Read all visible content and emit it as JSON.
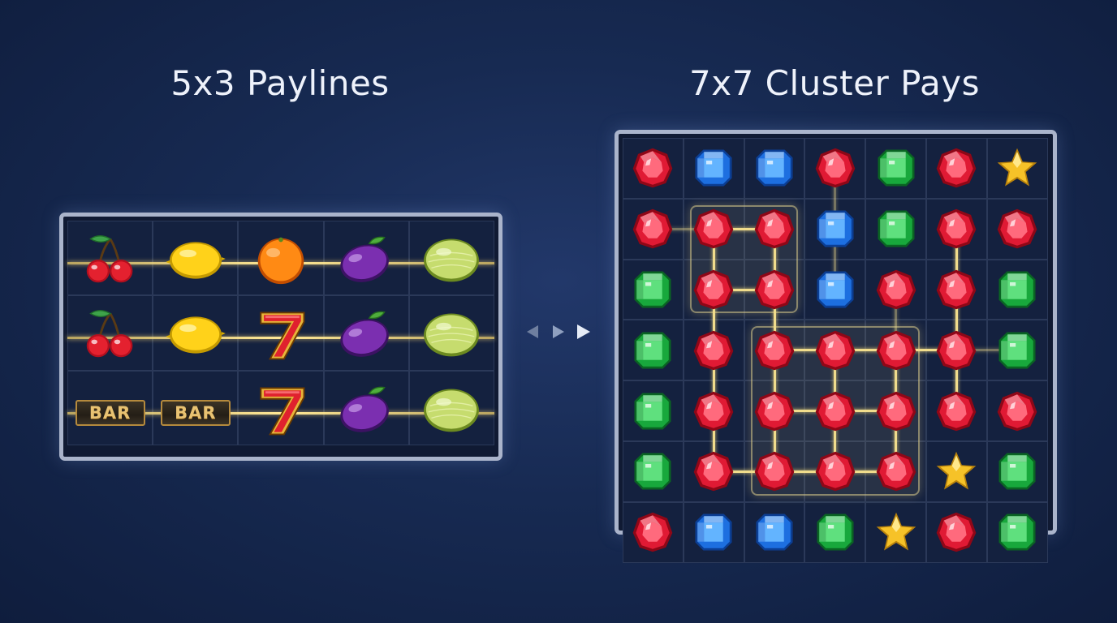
{
  "titles": {
    "left": "5x3 Paylines",
    "right": "7x7 Cluster Pays"
  },
  "paylines_grid": {
    "rows": [
      [
        "cherry-icon",
        "lemon-icon",
        "orange-icon",
        "plum-icon",
        "melon-icon"
      ],
      [
        "cherry-icon",
        "lemon-icon",
        "seven-icon",
        "plum-icon",
        "melon-icon"
      ],
      [
        "bar",
        "bar",
        "seven-icon",
        "plum-icon",
        "melon-icon"
      ]
    ],
    "bar_label": "BAR"
  },
  "cluster_grid": {
    "rows": [
      [
        "red-gem",
        "blue-gem",
        "blue-gem",
        "red-gem",
        "green-gem",
        "red-gem",
        "star"
      ],
      [
        "red-gem",
        "red-gem",
        "red-gem",
        "blue-gem",
        "green-gem",
        "red-gem",
        "red-gem"
      ],
      [
        "green-gem",
        "red-gem",
        "red-gem",
        "blue-gem",
        "red-gem",
        "red-gem",
        "green-gem"
      ],
      [
        "green-gem",
        "red-gem",
        "red-gem",
        "red-gem",
        "red-gem",
        "red-gem",
        "green-gem"
      ],
      [
        "green-gem",
        "red-gem",
        "red-gem",
        "red-gem",
        "red-gem",
        "red-gem",
        "red-gem"
      ],
      [
        "green-gem",
        "red-gem",
        "red-gem",
        "red-gem",
        "red-gem",
        "star",
        "green-gem"
      ],
      [
        "red-gem",
        "blue-gem",
        "blue-gem",
        "green-gem",
        "star",
        "red-gem",
        "green-gem"
      ]
    ]
  },
  "colors": {
    "background": "#172a52",
    "panel_border": "#aab4cb",
    "payline": "#ffe896",
    "cluster_link": "#f0dc8c"
  }
}
